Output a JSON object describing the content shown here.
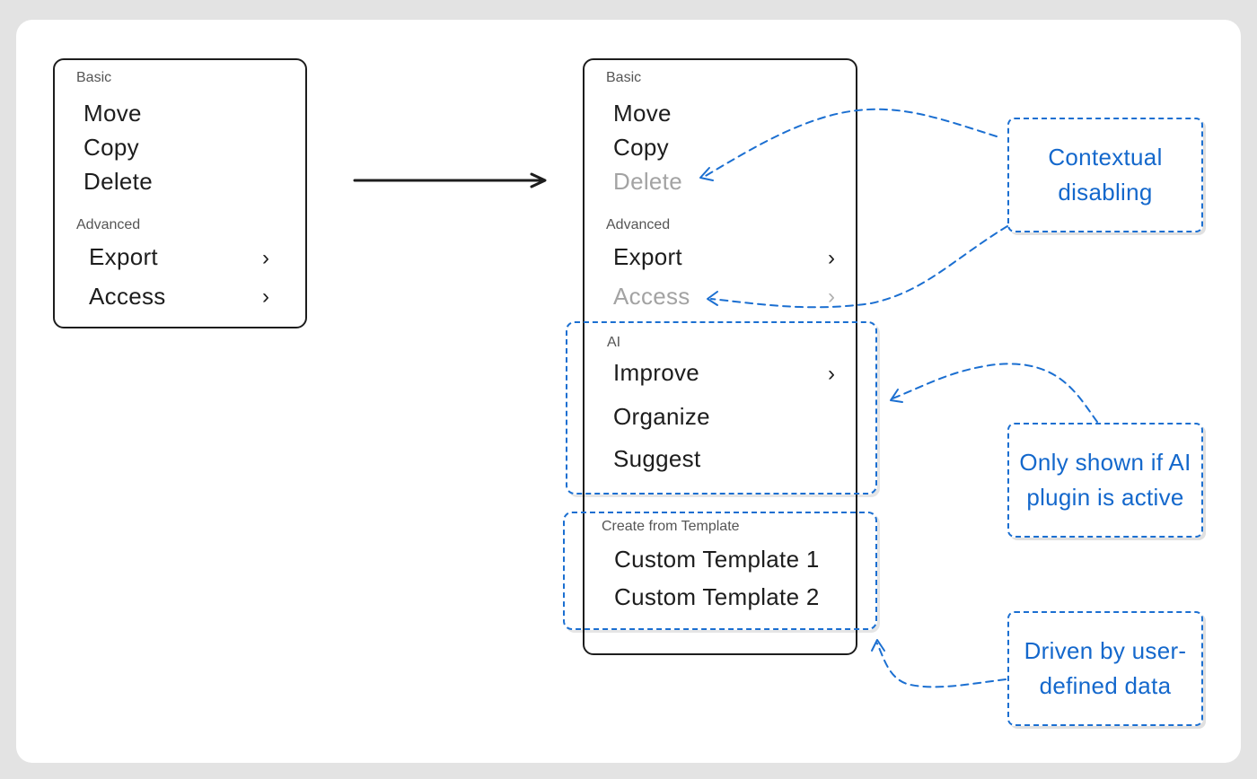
{
  "before_menu": {
    "basic_label": "Basic",
    "basic_items": [
      "Move",
      "Copy",
      "Delete"
    ],
    "advanced_label": "Advanced",
    "advanced_items": [
      "Export",
      "Access"
    ]
  },
  "after_menu": {
    "basic_label": "Basic",
    "basic_items": [
      "Move",
      "Copy",
      "Delete"
    ],
    "advanced_label": "Advanced",
    "advanced_items": [
      "Export",
      "Access"
    ],
    "ai_label": "AI",
    "ai_items": [
      "Improve",
      "Organize",
      "Suggest"
    ],
    "template_label": "Create from Template",
    "template_items": [
      "Custom Template 1",
      "Custom Template 2"
    ]
  },
  "annotations": {
    "contextual_line1": "Contextual",
    "contextual_line2": "disabling",
    "ai_line1": "Only shown if AI",
    "ai_line2": "plugin is active",
    "userdata_line1": "Driven by user-",
    "userdata_line2": "defined data"
  },
  "icons": {
    "submenu": "chevron-right-icon",
    "transition": "arrow-right-icon"
  },
  "colors": {
    "annotation": "#1b6fd1",
    "disabled_text": "#a3a3a3",
    "outline": "#1d1d1d"
  }
}
